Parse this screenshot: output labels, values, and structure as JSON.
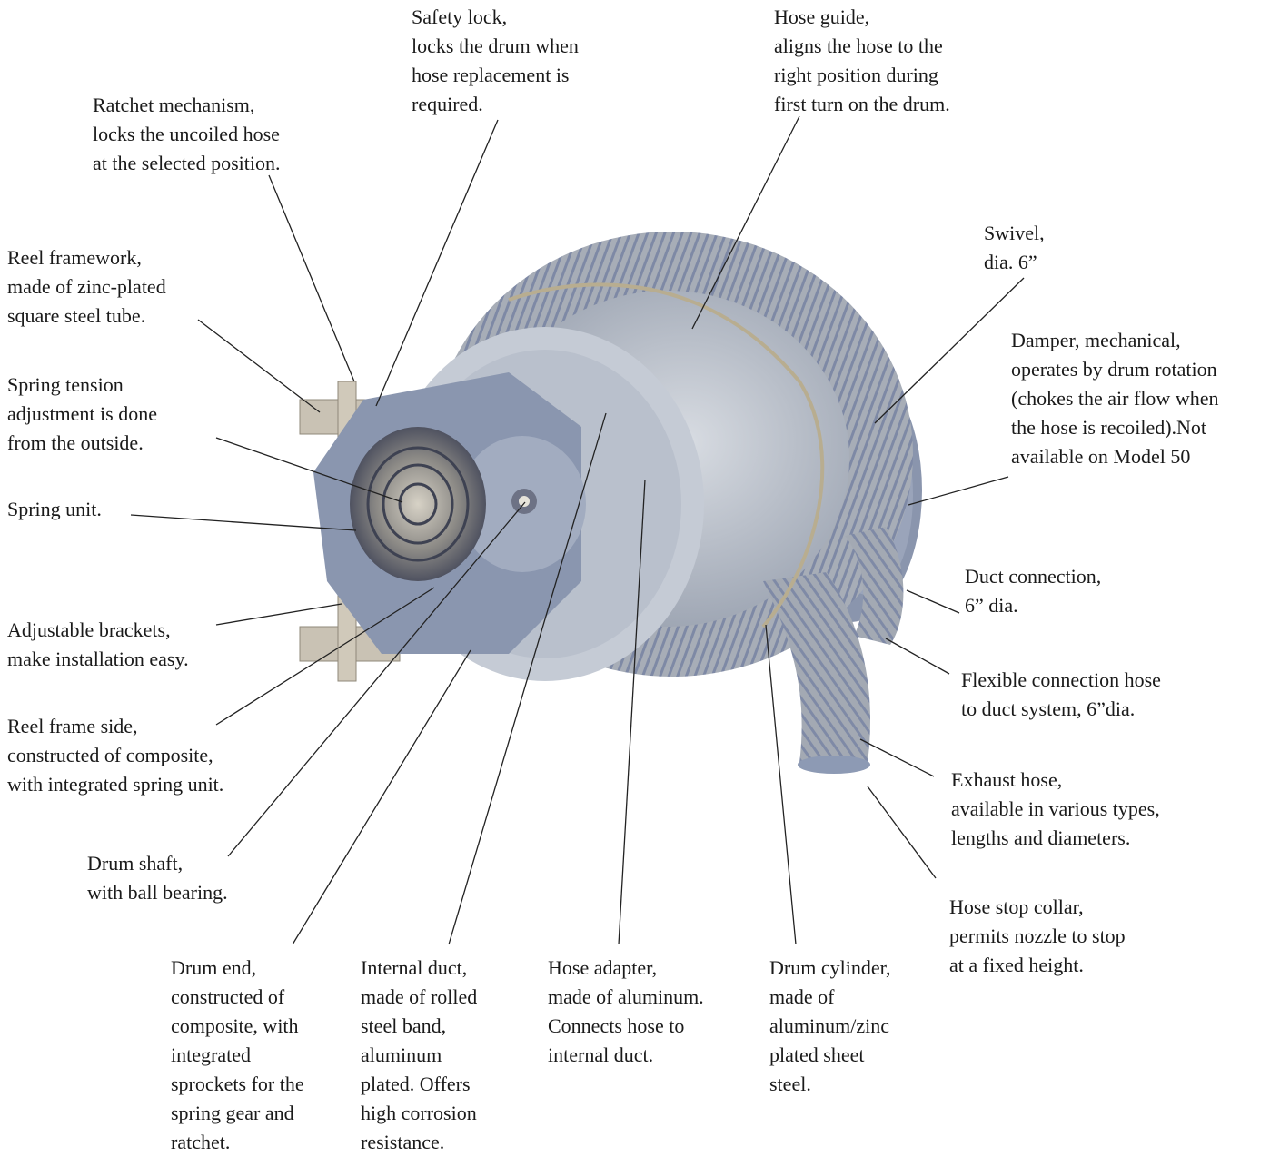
{
  "labels": {
    "safety_lock": [
      "Safety lock,",
      "locks the drum when",
      "hose replacement is",
      "required."
    ],
    "hose_guide": [
      "Hose guide,",
      "aligns the hose to the",
      "right position during",
      "first turn on the drum."
    ],
    "ratchet": [
      "Ratchet mechanism,",
      "locks the uncoiled hose",
      "at the selected position."
    ],
    "swivel": [
      "Swivel,",
      "dia. 6”"
    ],
    "reel_framework": [
      "Reel framework,",
      "made of zinc-plated",
      "square steel tube."
    ],
    "damper": [
      "Damper, mechanical,",
      "operates by drum rotation",
      "(chokes the air flow when",
      "the hose is recoiled).Not",
      "available on Model 50"
    ],
    "spring_tension": [
      "Spring tension",
      "adjustment is done",
      "from the outside."
    ],
    "spring_unit": [
      "Spring unit."
    ],
    "duct_connection": [
      "Duct connection,",
      "6” dia."
    ],
    "adjustable_brackets": [
      "Adjustable brackets,",
      "make installation easy."
    ],
    "flexible_hose": [
      "Flexible connection hose",
      "to duct system,  6”dia."
    ],
    "reel_frame_side": [
      "Reel frame side,",
      "constructed of composite,",
      "with integrated spring unit."
    ],
    "exhaust_hose": [
      "Exhaust hose,",
      "available in various types,",
      "lengths and diameters."
    ],
    "drum_shaft": [
      "Drum shaft,",
      "with ball bearing."
    ],
    "hose_stop_collar": [
      "Hose stop collar,",
      "permits nozzle to stop",
      "at a fixed height."
    ],
    "drum_end": [
      "Drum end,",
      "constructed of",
      "composite, with",
      "integrated",
      "sprockets for the",
      "spring gear and",
      "ratchet."
    ],
    "internal_duct": [
      "Internal duct,",
      "made of rolled",
      "steel band,",
      "aluminum",
      "plated. Offers",
      "high corrosion",
      "resistance."
    ],
    "hose_adapter": [
      "Hose adapter,",
      "made of aluminum.",
      "Connects hose to",
      "internal duct."
    ],
    "drum_cylinder": [
      "Drum cylinder,",
      "made of",
      "aluminum/zinc",
      "plated sheet",
      "steel."
    ]
  },
  "colors": {
    "text": "#1a1a1a",
    "leader_line": "#222222",
    "reel_blue_gray": "#8d9ab4",
    "reel_dark": "#5f6a80",
    "hose_gray": "#9aa0aa",
    "hose_rib": "#7f8aa6",
    "steel": "#c9c2b4"
  }
}
